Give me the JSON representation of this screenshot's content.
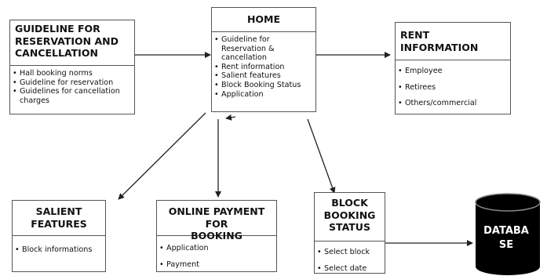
{
  "boxes": {
    "guideline": {
      "title_l1": "GUIDELINE FOR",
      "title_l2": "RESERVATION AND",
      "title_l3": "CANCELLATION",
      "items": [
        "Hall booking norms",
        "Guideline for reservation",
        "Guidelines for cancellation",
        "charges"
      ]
    },
    "home": {
      "title": "HOME",
      "items": [
        "Guideline for",
        "Reservation &",
        "cancellation",
        "Rent information",
        "Salient features",
        "Block Booking Status",
        "Application"
      ]
    },
    "rent": {
      "title": "RENT INFORMATION",
      "items": [
        "Employee",
        "Retirees",
        "Others/commercial"
      ]
    },
    "salient": {
      "title_l1": "SALIENT",
      "title_l2": "FEATURES",
      "items": [
        "Block informations"
      ]
    },
    "payment": {
      "title_l1": "ONLINE PAYMENT FOR",
      "title_l2": "BOOKING",
      "items": [
        "Application",
        "Payment"
      ]
    },
    "block": {
      "title_l1": "BLOCK",
      "title_l2": "BOOKING",
      "title_l3": "STATUS",
      "items": [
        "Select block",
        "Select date"
      ]
    }
  },
  "database": {
    "label_l1": "DATABA",
    "label_l2": "SE"
  },
  "colors": {
    "stroke": "#555555",
    "arrow": "#222222",
    "database_fill": "#000000",
    "database_rim": "#888888"
  }
}
